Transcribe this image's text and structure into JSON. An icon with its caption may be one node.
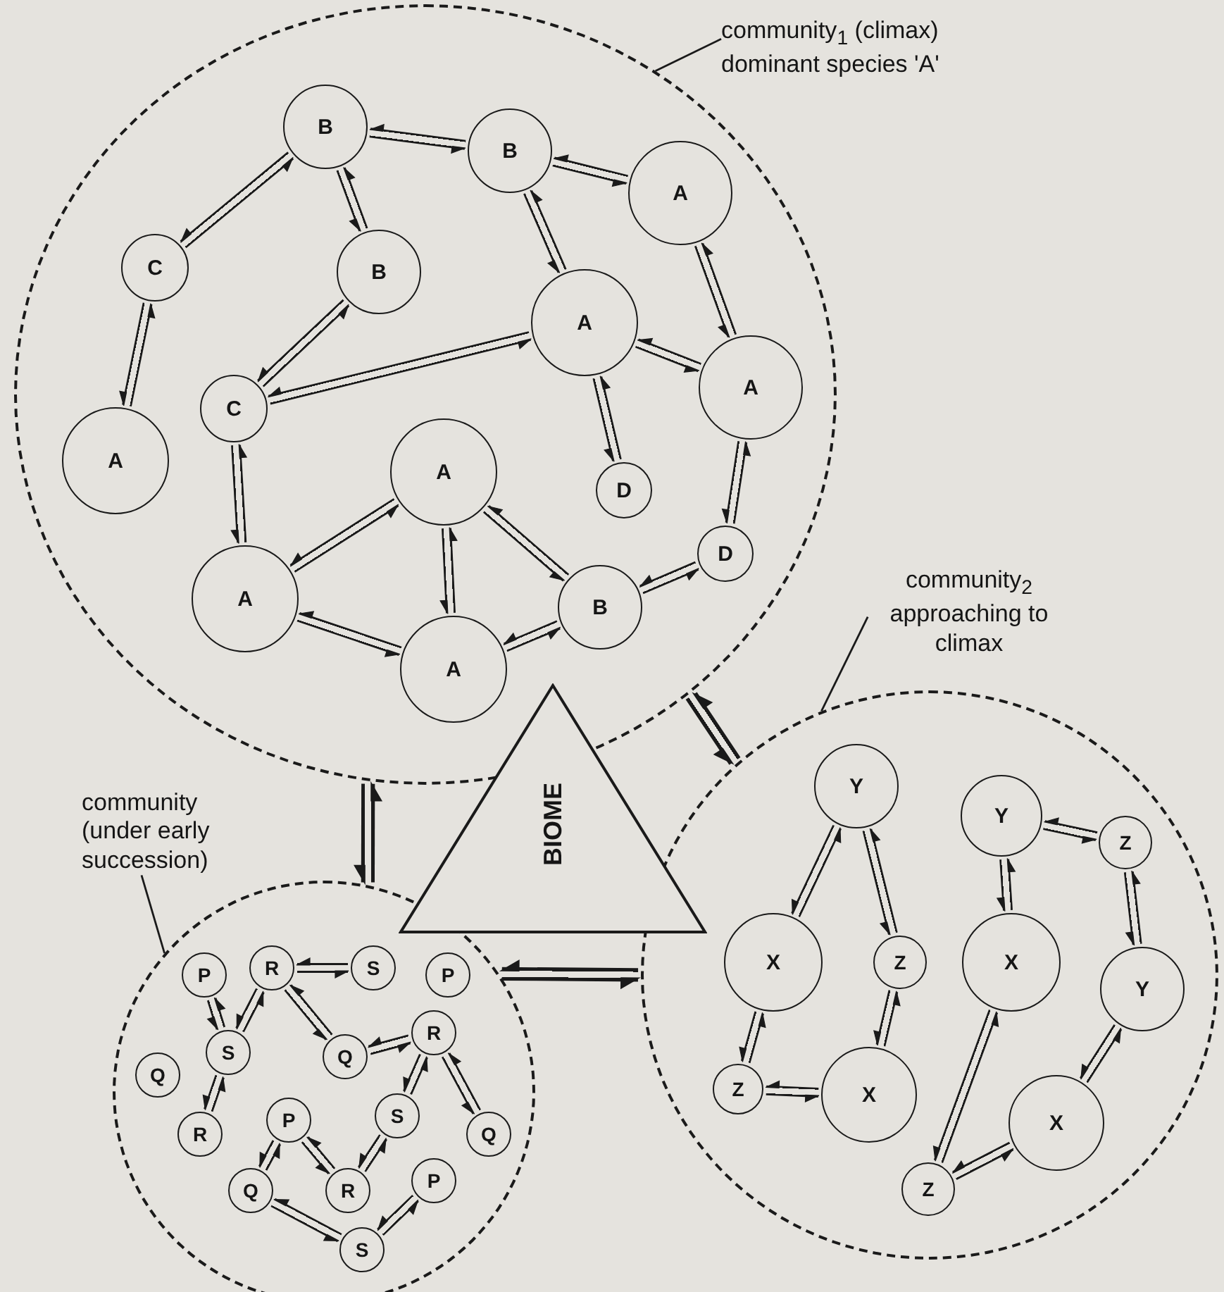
{
  "diagram": {
    "nodes": [
      {
        "text": [
          "community$_{1}$ (climax) dominant species 'A'"
        ]
      },
      {
        "text": [],
        "shape": "circle"
      },
      {
        "text": [
          "B"
        ],
        "in": 1
      },
      {
        "text": [
          "B"
        ],
        "in": 1
      },
      {
        "text": [
          "A"
        ],
        "in": 1
      },
      {
        "text": [
          "C"
        ],
        "in": 1
      },
      {
        "text": [
          "B"
        ],
        "in": 1
      },
      {
        "text": [
          "A"
        ],
        "in": 1
      },
      {
        "text": [
          "A"
        ],
        "in": 1
      },
      {
        "text": [
          "C"
        ],
        "in": 1
      },
      {
        "text": [
          "A"
        ],
        "in": 1
      },
      {
        "text": [
          "A"
        ],
        "in": 1
      },
      {
        "text": [
          "D"
        ],
        "in": 1
      },
      {
        "text": [
          "D"
        ],
        "in": 1
      },
      {
        "text": [
          "A"
        ],
        "in": 1
      },
      {
        "text": [
          "B"
        ],
        "in": 1
      },
      {
        "text": [
          "A"
        ],
        "in": 1
      },
      {
        "text": [
          "community$_{2}$ approaching to climax"
        ]
      },
      {
        "text": [
          "BIOME"
        ]
      },
      {
        "text": [
          "community (under early succession)"
        ]
      },
      {
        "text": [],
        "shape": "circle"
      },
      {
        "text": [
          "P"
        ],
        "in": 20
      },
      {
        "text": [
          "R"
        ],
        "in": 20
      },
      {
        "text": [
          "S"
        ],
        "in": 20
      },
      {
        "text": [
          "P"
        ],
        "in": 20
      },
      {
        "text": [
          "S"
        ],
        "in": 20
      },
      {
        "text": [
          "Q"
        ],
        "in": 20
      },
      {
        "text": [
          "Q"
        ],
        "in": 20
      },
      {
        "text": [
          "R"
        ],
        "in": 20
      },
      {
        "text": [
          "R"
        ],
        "in": 20
      },
      {
        "text": [
          "P"
        ],
        "in": 20
      },
      {
        "text": [
          "S"
        ],
        "in": 20
      },
      {
        "text": [
          "Q"
        ],
        "in": 20
      },
      {
        "text": [
          "Q"
        ],
        "in": 20
      },
      {
        "text": [
          "R"
        ],
        "in": 20
      },
      {
        "text": [
          "P"
        ],
        "in": 20
      },
      {
        "text": [
          "S"
        ],
        "in": 20
      },
      {
        "text": [],
        "shape": "circle"
      },
      {
        "text": [
          "Y"
        ],
        "in": 37
      },
      {
        "text": [
          "Y"
        ],
        "in": 37
      },
      {
        "text": [
          "Z"
        ],
        "in": 37
      },
      {
        "text": [
          "X"
        ],
        "in": 37
      },
      {
        "text": [
          "Z"
        ],
        "in": 37
      },
      {
        "text": [
          "X"
        ],
        "in": 37
      },
      {
        "text": [
          "Y"
        ],
        "in": 37
      },
      {
        "text": [
          "Z"
        ],
        "in": 37
      },
      {
        "text": [
          "X"
        ],
        "in": 37
      },
      {
        "text": [
          "X"
        ],
        "in": 37
      },
      {
        "text": [
          "Z"
        ],
        "in": 37
      }
    ],
    "edges": [
      {
        "from": 0,
        "to": 1,
        "arrow": "none"
      },
      {
        "from": 17,
        "to": 37,
        "arrow": "none"
      },
      {
        "from": 19,
        "to": 20,
        "arrow": "none"
      },
      {
        "from": 1,
        "to": 20,
        "arrow": "both",
        "style": "thick"
      },
      {
        "from": 1,
        "to": 37,
        "arrow": "both",
        "style": "thick"
      },
      {
        "from": 20,
        "to": 37,
        "arrow": "both",
        "style": "thick"
      },
      {
        "from": 2,
        "to": 3,
        "arrow": "both"
      },
      {
        "from": 3,
        "to": 4,
        "arrow": "both"
      },
      {
        "from": 2,
        "to": 5,
        "arrow": "both"
      },
      {
        "from": 2,
        "to": 6,
        "arrow": "both"
      },
      {
        "from": 3,
        "to": 7,
        "arrow": "both"
      },
      {
        "from": 4,
        "to": 8,
        "arrow": "both"
      },
      {
        "from": 5,
        "to": 10,
        "arrow": "both"
      },
      {
        "from": 6,
        "to": 9,
        "arrow": "both"
      },
      {
        "from": 7,
        "to": 9,
        "arrow": "both"
      },
      {
        "from": 7,
        "to": 8,
        "arrow": "both"
      },
      {
        "from": 7,
        "to": 12,
        "arrow": "both"
      },
      {
        "from": 8,
        "to": 13,
        "arrow": "both"
      },
      {
        "from": 9,
        "to": 14,
        "arrow": "both"
      },
      {
        "from": 11,
        "to": 14,
        "arrow": "both"
      },
      {
        "from": 11,
        "to": 16,
        "arrow": "both"
      },
      {
        "from": 11,
        "to": 15,
        "arrow": "both"
      },
      {
        "from": 14,
        "to": 16,
        "arrow": "both"
      },
      {
        "from": 16,
        "to": 15,
        "arrow": "both"
      },
      {
        "from": 15,
        "to": 13,
        "arrow": "both"
      },
      {
        "from": 22,
        "to": 23,
        "arrow": "both"
      },
      {
        "from": 21,
        "to": 25,
        "arrow": "both"
      },
      {
        "from": 22,
        "to": 25,
        "arrow": "both"
      },
      {
        "from": 22,
        "to": 27,
        "arrow": "both"
      },
      {
        "from": 27,
        "to": 28,
        "arrow": "both"
      },
      {
        "from": 25,
        "to": 29,
        "arrow": "both"
      },
      {
        "from": 28,
        "to": 31,
        "arrow": "both"
      },
      {
        "from": 28,
        "to": 32,
        "arrow": "both"
      },
      {
        "from": 30,
        "to": 33,
        "arrow": "both"
      },
      {
        "from": 30,
        "to": 34,
        "arrow": "both"
      },
      {
        "from": 31,
        "to": 34,
        "arrow": "both"
      },
      {
        "from": 33,
        "to": 36,
        "arrow": "both"
      },
      {
        "from": 35,
        "to": 36,
        "arrow": "both"
      },
      {
        "from": 38,
        "to": 41,
        "arrow": "both"
      },
      {
        "from": 38,
        "to": 42,
        "arrow": "both"
      },
      {
        "from": 39,
        "to": 40,
        "arrow": "both"
      },
      {
        "from": 39,
        "to": 43,
        "arrow": "both"
      },
      {
        "from": 40,
        "to": 44,
        "arrow": "both"
      },
      {
        "from": 41,
        "to": 45,
        "arrow": "both"
      },
      {
        "from": 42,
        "to": 46,
        "arrow": "both"
      },
      {
        "from": 45,
        "to": 46,
        "arrow": "both"
      },
      {
        "from": 43,
        "to": 48,
        "arrow": "both"
      },
      {
        "from": 44,
        "to": 47,
        "arrow": "both"
      },
      {
        "from": 47,
        "to": 48,
        "arrow": "both"
      }
    ]
  }
}
